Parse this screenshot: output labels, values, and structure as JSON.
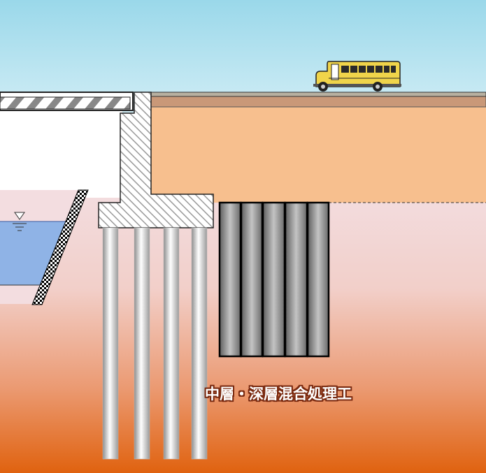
{
  "caption": "中層・深層混合処理工",
  "colors": {
    "sky_top": "#9ad8ea",
    "sky_bottom": "#ffffff",
    "embankment_fill": "#f7bf8e",
    "road_surface": "#c99878",
    "ground_top": "#f0dcdc",
    "ground_bottom": "#e26a1a",
    "water": "#8fb3e6",
    "column_dark": "#6e6e6e",
    "column_light": "#b5b5b5",
    "pile_dark": "#9a9a9a",
    "pile_light": "#ffffff",
    "bus_body": "#f0d44a",
    "caption_outline": "#7a2a10"
  },
  "icons": {
    "water_level": "water-level-triangle-icon",
    "vehicle": "school-bus-icon"
  },
  "structure": {
    "piles": 4,
    "improvement_columns": 5
  }
}
